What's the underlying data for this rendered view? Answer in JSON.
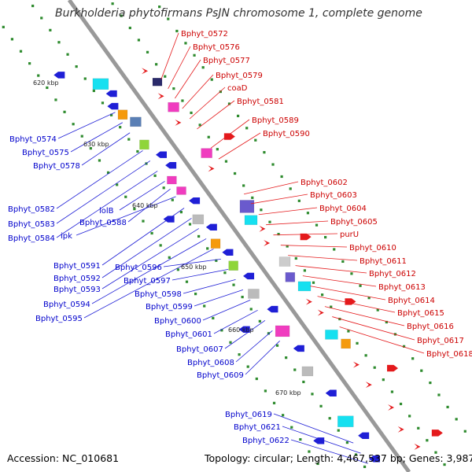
{
  "title": "Burkholderia phytofirmans PsJN chromosome 1, complete genome",
  "accession": "Accession: NC_010681",
  "topology": "Topology: circular; Length: 4,467,537 bp; Genes: 3,987",
  "colors": {
    "backbone": "#999999",
    "forward": "#e41a1c",
    "reverse": "#1f1fd6",
    "tick_dots": "#2e8b2e",
    "cyan": "#16e0f0",
    "magenta": "#f03cbf",
    "orange": "#f59a0c",
    "green": "#8fd53a",
    "purple": "#6a5acd",
    "gray": "#888888"
  },
  "kbp_labels": [
    "620 kbp",
    "630 kbp",
    "640 kbp",
    "650 kbp",
    "660 kbp",
    "670 kbp"
  ],
  "red_labels": [
    "Bphyt_0572",
    "Bphyt_0576",
    "Bphyt_0577",
    "Bphyt_0579",
    "coaD",
    "Bphyt_0581",
    "Bphyt_0589",
    "Bphyt_0590",
    "Bphyt_0602",
    "Bphyt_0603",
    "Bphyt_0604",
    "Bphyt_0605",
    "purU",
    "Bphyt_0610",
    "Bphyt_0611",
    "Bphyt_0612",
    "Bphyt_0613",
    "Bphyt_0614",
    "Bphyt_0615",
    "Bphyt_0616",
    "Bphyt_0617",
    "Bphyt_0618"
  ],
  "blue_labels": [
    "Bphyt_0574",
    "Bphyt_0575",
    "Bphyt_0578",
    "Bphyt_0582",
    "Bphyt_0583",
    "Bphyt_0584",
    "lolB",
    "Bphyt_0588",
    "ipk",
    "Bphyt_0591",
    "Bphyt_0592",
    "Bphyt_0593",
    "Bphyt_0594",
    "Bphyt_0595",
    "Bphyt_0596",
    "Bphyt_0597",
    "Bphyt_0598",
    "Bphyt_0599",
    "Bphyt_0600",
    "Bphyt_0601",
    "Bphyt_0607",
    "Bphyt_0608",
    "Bphyt_0609",
    "Bphyt_0619",
    "Bphyt_0621",
    "Bphyt_0622"
  ]
}
